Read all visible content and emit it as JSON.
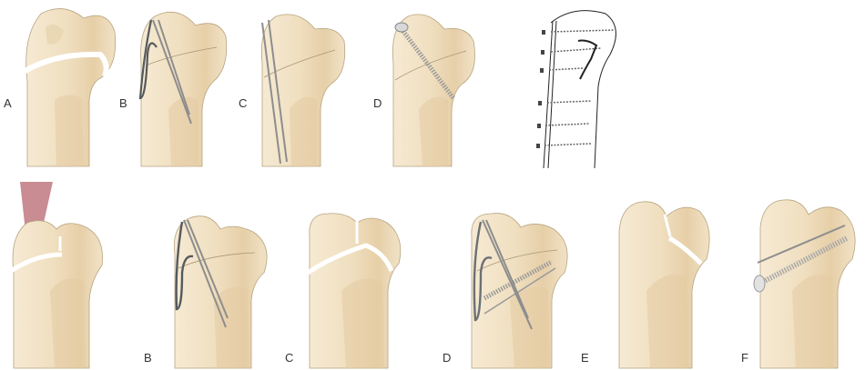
{
  "figure": {
    "colors": {
      "bone_light": "#f3e6cc",
      "bone_mid": "#ead5b0",
      "bone_shadow": "#d9bf94",
      "outline": "#9c8a6e",
      "metal": "#9a9a9a",
      "metal_dark": "#555a5e",
      "muscle": "#b5606a",
      "label": "#333333"
    },
    "top_row": [
      {
        "label": "A",
        "description": "Fracture through greater trochanter region"
      },
      {
        "label": "B",
        "description": "Tension band wiring with K-wires"
      },
      {
        "label": "C",
        "description": "Two parallel K-wires"
      },
      {
        "label": "D",
        "description": "Single lag screw fixation"
      },
      {
        "label": "",
        "description": "Line drawing: plate fixation with multiple screws"
      }
    ],
    "bottom_row": [
      {
        "label": "",
        "description": "Avulsed fragment with attached muscle"
      },
      {
        "label": "B",
        "description": "Tension band wiring"
      },
      {
        "label": "C",
        "description": "Comminuted fracture"
      },
      {
        "label": "D",
        "description": "Tension band plus lag screw"
      },
      {
        "label": "E",
        "description": "Fracture of head fragment"
      },
      {
        "label": "F",
        "description": "Lag screw with K-wire"
      }
    ]
  }
}
